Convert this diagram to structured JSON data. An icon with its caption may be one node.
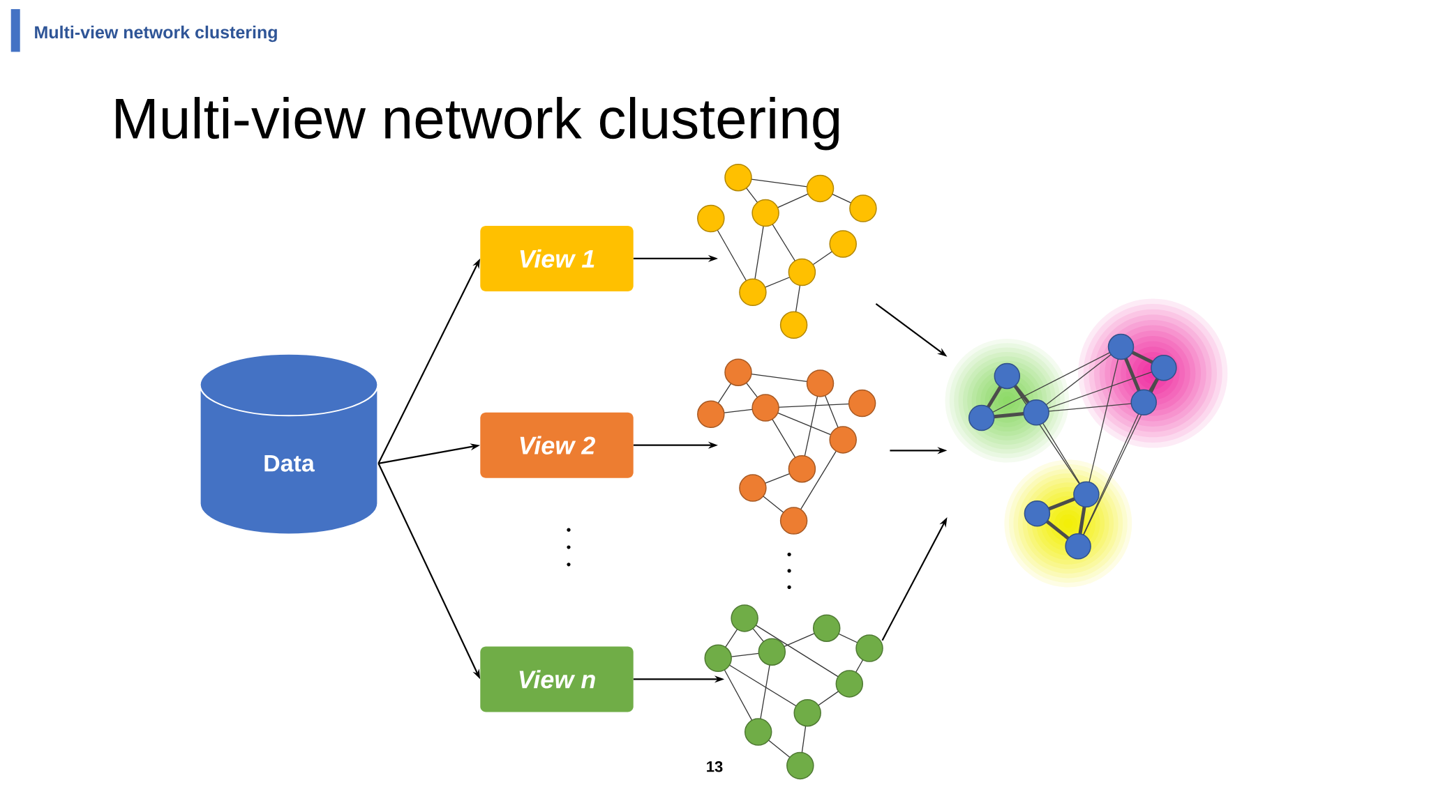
{
  "diagram": {
    "title": "Multi-view network clustering",
    "nodes": [
      {
        "text": [
          "Data"
        ]
      },
      {
        "text": [
          "View 1"
        ]
      },
      {
        "text": [
          "View 2"
        ]
      },
      {
        "text": [
          "View n"
        ]
      },
      {
        "text": [],
        "shape": "network"
      },
      {
        "text": [],
        "shape": "network"
      },
      {
        "text": [],
        "shape": "network"
      },
      {
        "text": [],
        "shape": "network"
      }
    ],
    "edges": [
      {
        "from": 0,
        "to": 1,
        "arrow": "to"
      },
      {
        "from": 0,
        "to": 2,
        "arrow": "to"
      },
      {
        "from": 0,
        "to": 3,
        "arrow": "to"
      },
      {
        "from": 1,
        "to": 4,
        "arrow": "to"
      },
      {
        "from": 2,
        "to": 5,
        "arrow": "to"
      },
      {
        "from": 3,
        "to": 6,
        "arrow": "to"
      },
      {
        "from": 4,
        "to": 7,
        "arrow": "to"
      },
      {
        "from": 5,
        "to": 7,
        "arrow": "to"
      },
      {
        "from": 6,
        "to": 7,
        "arrow": "to"
      }
    ],
    "labels": [
      "Multi-view network clustering",
      "13"
    ]
  }
}
